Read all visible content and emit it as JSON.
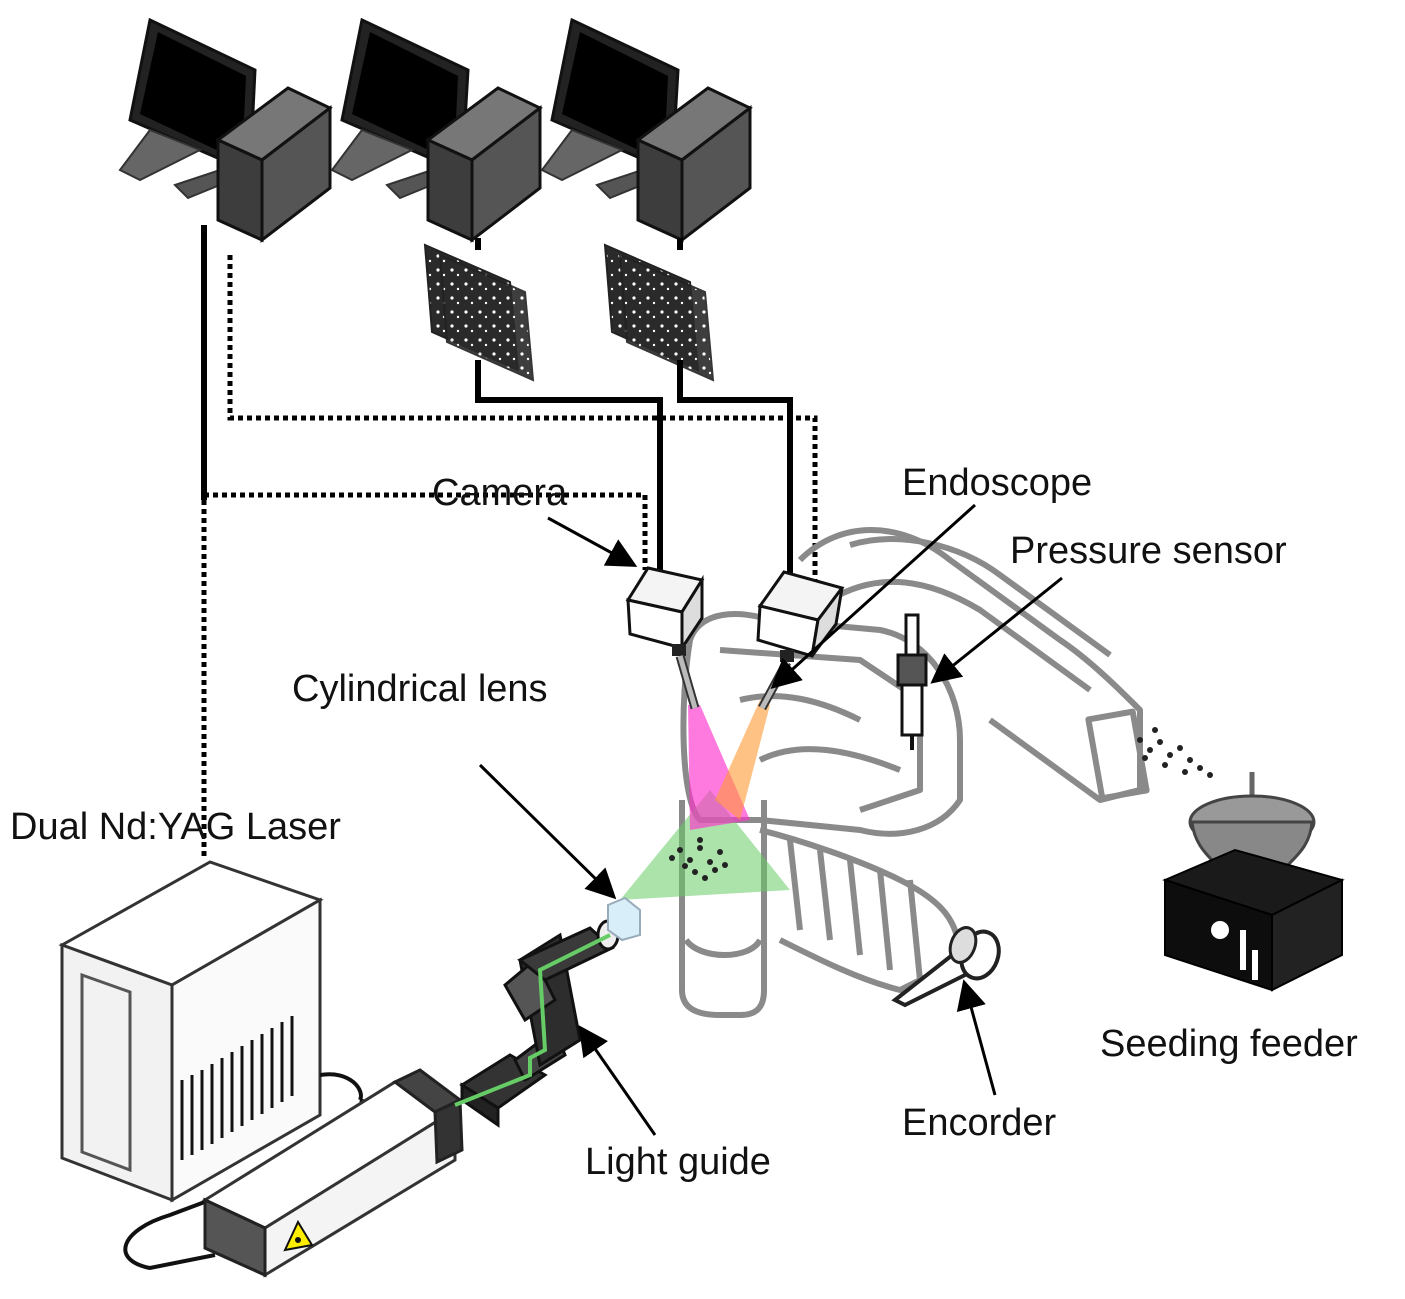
{
  "labels": {
    "camera": "Camera",
    "endoscope": "Endoscope",
    "pressure_sensor": "Pressure sensor",
    "cylindrical_lens": "Cylindrical lens",
    "laser": "Dual Nd:YAG Laser",
    "seeding_feeder": "Seeding feeder",
    "encoder": "Encorder",
    "light_guide": "Light guide"
  },
  "colors": {
    "laser_sheet": "#66cc66",
    "camera_view_1": "#ff33cc",
    "camera_view_2": "#ff9933",
    "engine_outline": "#8a8a8a",
    "warning": "#ffee00"
  },
  "icons": [
    "computer-icon",
    "monitor-icon",
    "piv-image-icon",
    "camera-icon",
    "laser-head-icon",
    "laser-power-supply-icon",
    "light-guide-arm-icon",
    "cylindrical-lens-icon",
    "engine-icon",
    "spark-plug-icon",
    "encoder-icon",
    "seeding-feeder-icon",
    "warning-icon"
  ]
}
